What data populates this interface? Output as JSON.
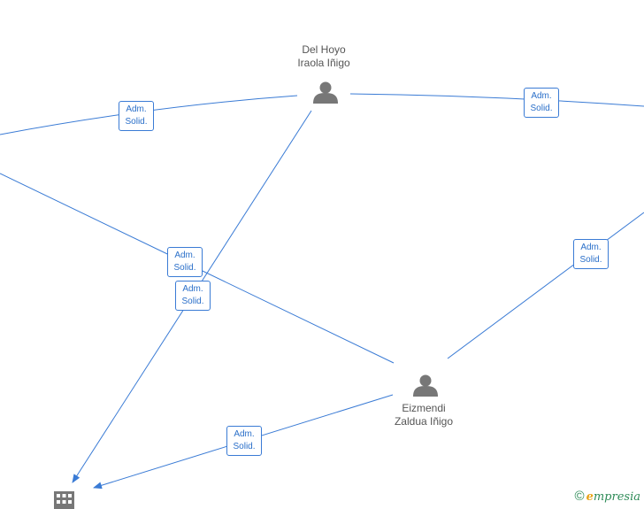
{
  "nodes": {
    "person_top": {
      "name_line1": "Del Hoyo",
      "name_line2": "Iraola Iñigo",
      "icon": "person-icon"
    },
    "person_bottom": {
      "name_line1": "Eizmendi",
      "name_line2": "Zaldua Iñigo",
      "icon": "person-icon"
    },
    "company": {
      "icon": "building-icon"
    }
  },
  "edges": [
    {
      "line1": "Adm.",
      "line2": "Solid."
    },
    {
      "line1": "Adm.",
      "line2": "Solid."
    },
    {
      "line1": "Adm.",
      "line2": "Solid."
    },
    {
      "line1": "Adm.",
      "line2": "Solid."
    },
    {
      "line1": "Adm.",
      "line2": "Solid."
    },
    {
      "line1": "Adm.",
      "line2": "Solid."
    }
  ],
  "colors": {
    "edge": "#3a7bd5",
    "icon": "#777777"
  },
  "brand": {
    "copyright": "©",
    "initial": "e",
    "rest": "mpresia"
  }
}
